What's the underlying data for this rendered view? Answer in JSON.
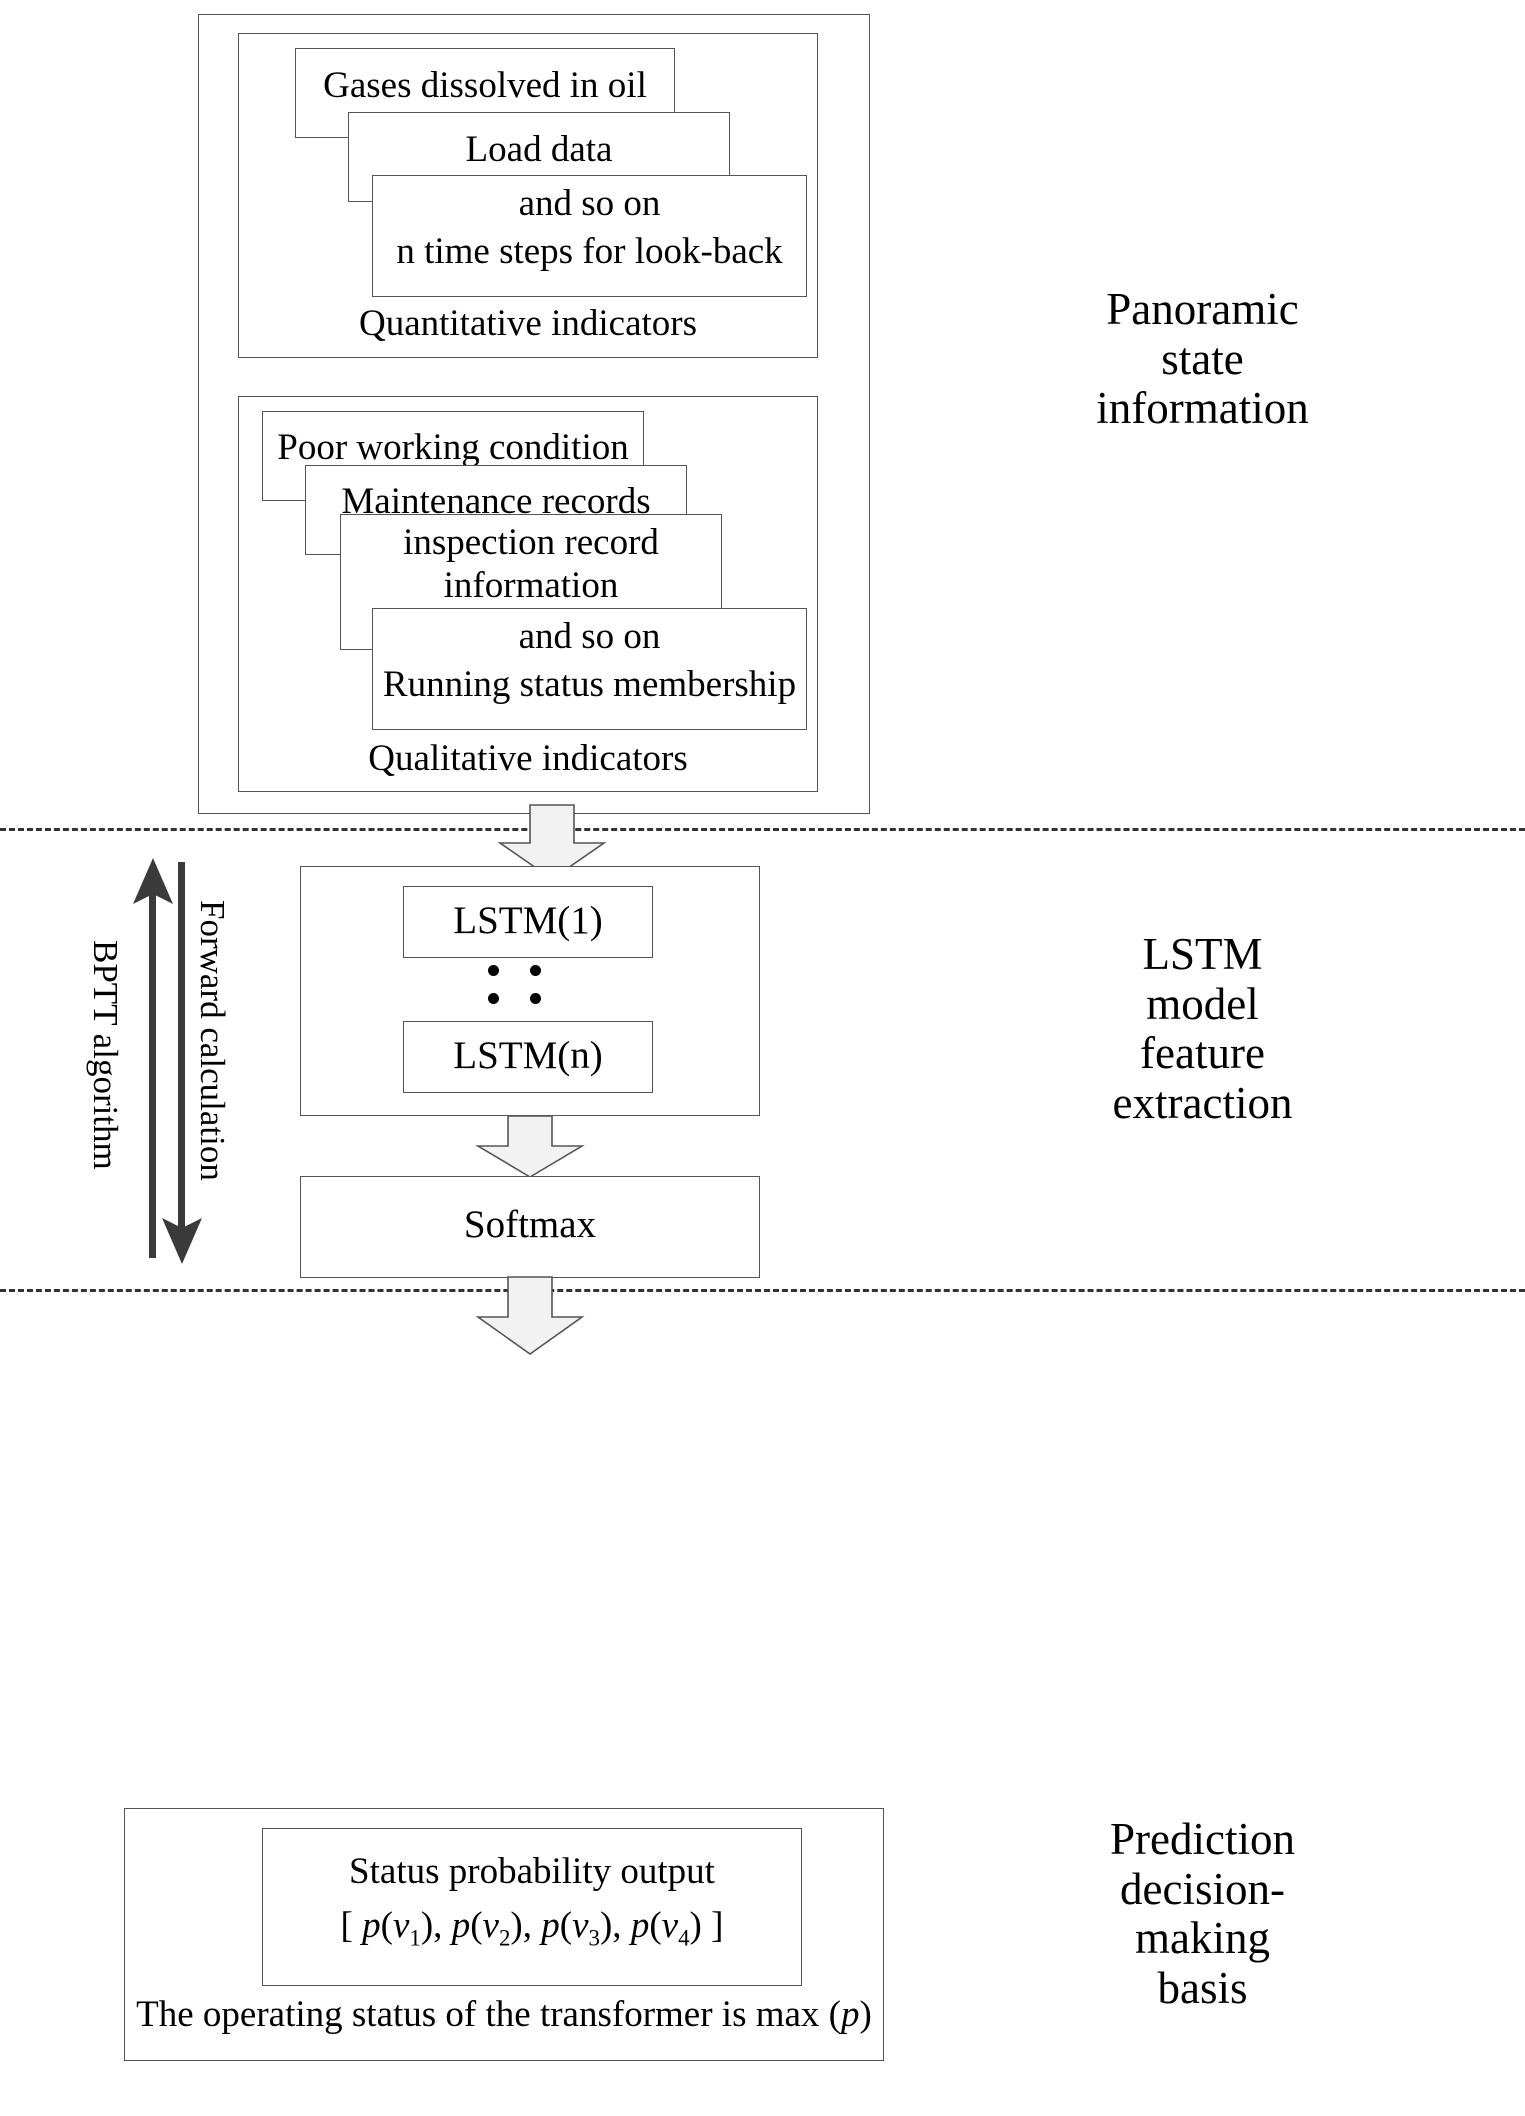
{
  "sections": {
    "panoramic": {
      "right_label_lines": [
        "Panoramic",
        "state",
        "information"
      ],
      "quantitative": {
        "caption": "Quantitative indicators",
        "cards": [
          {
            "lines": [
              "Gases dissolved in oil"
            ]
          },
          {
            "lines": [
              "Load data"
            ]
          },
          {
            "lines": [
              "and so on",
              "n time steps for look-back"
            ]
          }
        ]
      },
      "qualitative": {
        "caption": "Qualitative indicators",
        "cards": [
          {
            "lines": [
              "Poor working condition"
            ]
          },
          {
            "lines": [
              "Maintenance records"
            ]
          },
          {
            "lines": [
              "inspection record",
              "information"
            ]
          },
          {
            "lines": [
              "and so on",
              "Running status membership"
            ]
          }
        ]
      }
    },
    "lstm": {
      "right_label_lines": [
        "LSTM",
        "model",
        "feature",
        "extraction"
      ],
      "cells": [
        "LSTM(1)",
        "LSTM(n)"
      ],
      "ellipsis": "⋮ ⋮",
      "softmax": "Softmax",
      "left_axis": {
        "bptt": "BPTT algorithm",
        "forward": "Forward calculation"
      }
    },
    "prediction": {
      "right_label_lines": [
        "Prediction",
        "decision-",
        "making",
        "basis"
      ],
      "output_title": "Status probability output",
      "output_vector_prefix": "[ ",
      "output_vector_terms": [
        "p(v1)",
        "p(v2)",
        "p(v3)",
        "p(v4)"
      ],
      "output_vector_suffix": " ]",
      "conclusion_pre": "The operating status of the transformer is max (",
      "conclusion_var": "p",
      "conclusion_post": ")"
    }
  },
  "colors": {
    "stroke": "#555555",
    "text": "#000000",
    "arrow_fill": "#f2f2f2",
    "axis_arrow": "#3a3a3a",
    "divider": "#333333"
  }
}
